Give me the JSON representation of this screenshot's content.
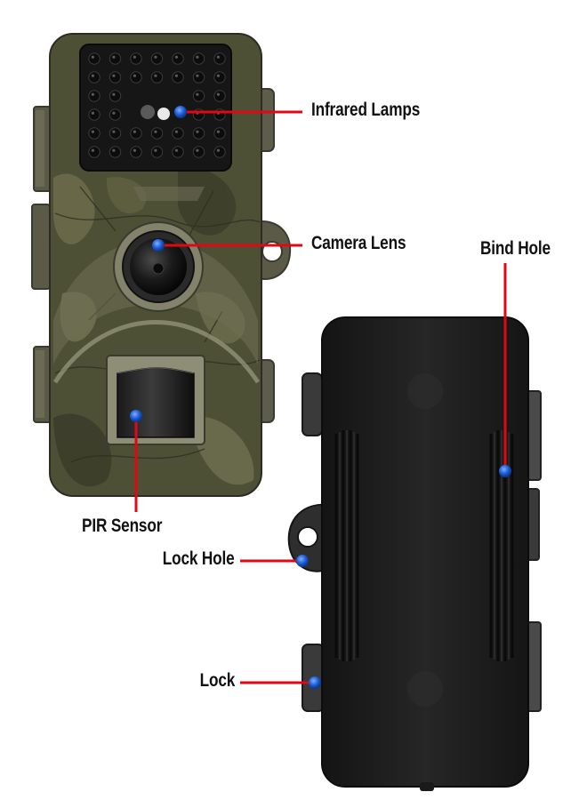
{
  "callouts": {
    "infrared_lamps": "Infrared Lamps",
    "camera_lens": "Camera Lens",
    "bind_hole": "Bind Hole",
    "pir_sensor": "PIR Sensor",
    "lock_hole": "Lock Hole",
    "lock": "Lock"
  },
  "colors": {
    "leader_line": "#e30613",
    "marker_dot": "#1e5fd6",
    "camo_base": "#4e5036",
    "back_body": "#1d1d1d"
  }
}
